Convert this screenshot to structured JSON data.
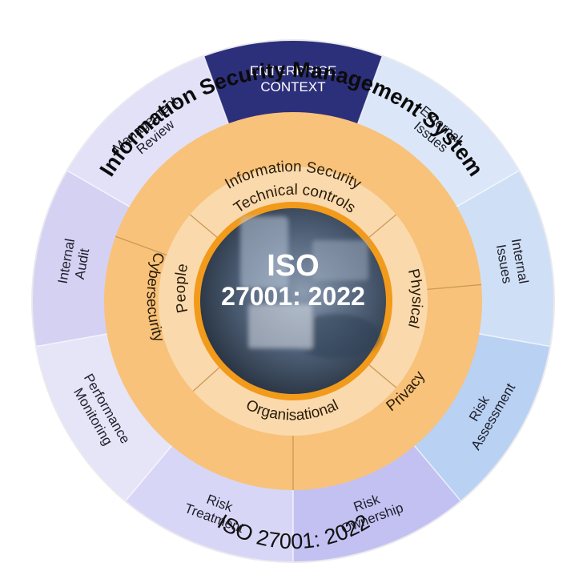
{
  "title": "Information Security Management System",
  "bottom_caption": "ISO 27001: 2022",
  "center": {
    "line1": "ISO",
    "line2": "27001: 2022"
  },
  "outer_segments": [
    {
      "id": "enterprise-context",
      "lines": [
        "ENTERPRISE",
        "CONTEXT"
      ],
      "color": "#2c2f7a",
      "text_color": "#ffffff"
    },
    {
      "id": "external-issues",
      "lines": [
        "External",
        "Issues"
      ],
      "color": "#dbe7f8",
      "text_color": "#1e1e2a"
    },
    {
      "id": "internal-issues",
      "lines": [
        "Internal",
        "Issues"
      ],
      "color": "#cfe0f6",
      "text_color": "#1e1e2a"
    },
    {
      "id": "risk-assessment",
      "lines": [
        "Risk",
        "Assessment"
      ],
      "color": "#b9d1f2",
      "text_color": "#1e1e2a"
    },
    {
      "id": "risk-ownership",
      "lines": [
        "Risk",
        "Ownership"
      ],
      "color": "#c2c1f2",
      "text_color": "#1e1e2a"
    },
    {
      "id": "risk-treatment",
      "lines": [
        "Risk",
        "Treatment"
      ],
      "color": "#d8d6f6",
      "text_color": "#1e1e2a"
    },
    {
      "id": "performance-monitoring",
      "lines": [
        "Performance",
        "Monitoring"
      ],
      "color": "#e6e4f7",
      "text_color": "#1e1e2a"
    },
    {
      "id": "internal-audit",
      "lines": [
        "Internal",
        "Audit"
      ],
      "color": "#d4d1f3",
      "text_color": "#1e1e2a"
    },
    {
      "id": "management-review",
      "lines": [
        "Management",
        "Review"
      ],
      "color": "#e3e1f7",
      "text_color": "#1e1e2a"
    }
  ],
  "middle_ring": {
    "color": "#f8c27a",
    "labels": [
      "Information Security",
      "Cybersecurity",
      "Privacy"
    ]
  },
  "inner_ring": {
    "color": "#fad9ad",
    "labels": [
      "Technical controls",
      "Physical",
      "Organisational",
      "People"
    ]
  },
  "colors": {
    "divider": "#c99a59",
    "core_border": "#f29a1a",
    "core_fill": "#52637a"
  }
}
